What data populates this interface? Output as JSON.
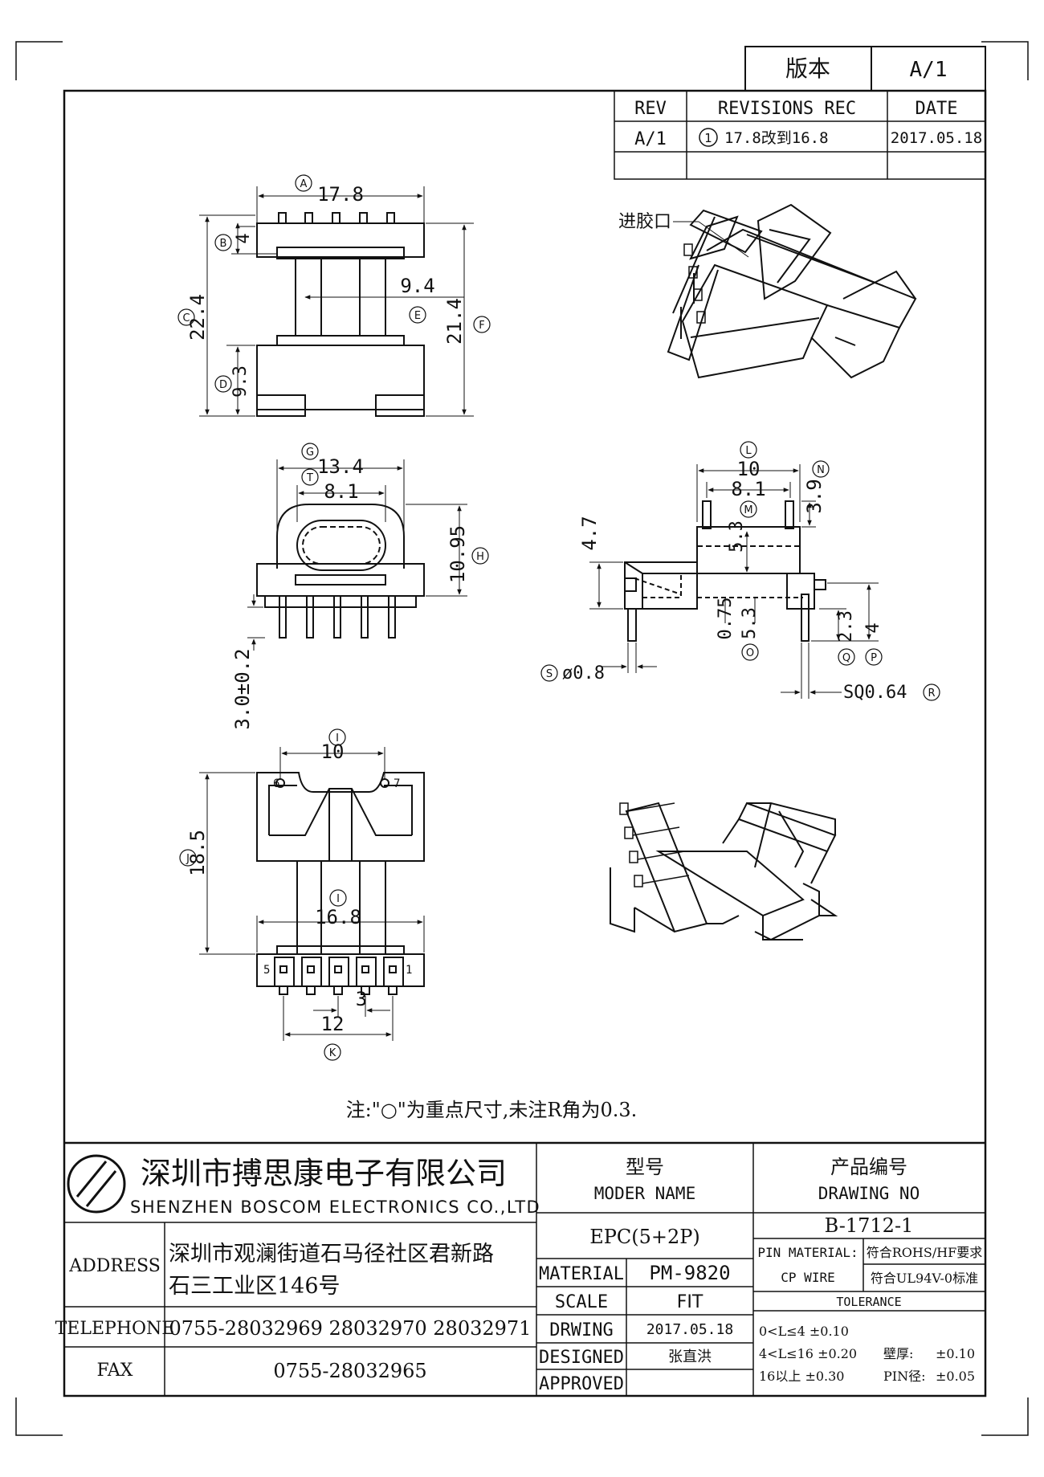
{
  "version_box": {
    "label": "版本",
    "value": "A/1"
  },
  "revision_table": {
    "headers": [
      "REV",
      "REVISIONS REC",
      "DATE"
    ],
    "rows": [
      {
        "rev": "A/1",
        "marker": "1",
        "desc": "17.8改到16.8",
        "date": "2017.05.18"
      }
    ]
  },
  "dimensions": {
    "A": "17.8",
    "B": "4",
    "C": "22.4",
    "D": "9.3",
    "E": "9.4",
    "F": "21.4",
    "G": "13.4",
    "T": "8.1",
    "H": "10.95",
    "pin_len": "3.0±0.2",
    "L": "10",
    "M": "8.1",
    "N": "3.9",
    "side_h1": "4.7",
    "side_h2": "5.3",
    "side_075": "0.75",
    "O": "5.3",
    "Q": "2.3",
    "P": "4",
    "S": "ø0.8",
    "R": "SQ0.64",
    "I_top": "10",
    "J": "18.5",
    "I_bot": "16.8",
    "pitch": "3",
    "K": "12"
  },
  "markers": {
    "A": "A",
    "B": "B",
    "C": "C",
    "D": "D",
    "E": "E",
    "F": "F",
    "G": "G",
    "T": "T",
    "H": "H",
    "L": "L",
    "M": "M",
    "N": "N",
    "O": "O",
    "P": "P",
    "Q": "Q",
    "R": "R",
    "S": "S",
    "I1": "I",
    "J": "J",
    "I2": "I",
    "K": "K"
  },
  "pin_numbers": {
    "p6": "6",
    "p7": "7",
    "p5": "5",
    "p1": "1"
  },
  "injection_label": "进胶口",
  "note": "注:\"○\"为重点尺寸,未注R角为0.3.",
  "company": {
    "name_cn": "深圳市搏思康电子有限公司",
    "name_en": "SHENZHEN BOSCOM ELECTRONICS CO.,LTD",
    "address_label": "ADDRESS",
    "address_line1": "深圳市观澜街道石马径社区君新路",
    "address_line2": "石三工业区146号",
    "telephone_label": "TELEPHONE",
    "telephone": "0755-28032969 28032970 28032971",
    "fax_label": "FAX",
    "fax": "0755-28032965"
  },
  "title_block": {
    "model_cn": "型号",
    "model_en": "MODER NAME",
    "model_value": "EPC(5+2P)",
    "drawing_cn": "产品编号",
    "drawing_en": "DRAWING NO",
    "drawing_value": "B-1712-1",
    "material_label": "MATERIAL",
    "material_value": "PM-9820",
    "scale_label": "SCALE",
    "scale_value": "FIT",
    "drwing_label": "DRWING",
    "drwing_value": "2017.05.18",
    "designed_label": "DESIGNED",
    "designed_value": "张直洪",
    "approved_label": "APPROVED",
    "approved_value": "",
    "pin_material_label": "PIN MATERIAL:",
    "pin_material_value": "CP WIRE",
    "rohs": "符合ROHS/HF要求",
    "ul": "符合UL94V-0标准",
    "tolerance_label": "TOLERANCE",
    "tol_1": "0<L≤4  ±0.10",
    "tol_2": "4<L≤16  ±0.20",
    "tol_3": "16以上      ±0.30",
    "wall_label": "壁厚:",
    "wall_value": "±0.10",
    "pin_dia_label": "PIN径:",
    "pin_dia_value": "±0.05"
  }
}
